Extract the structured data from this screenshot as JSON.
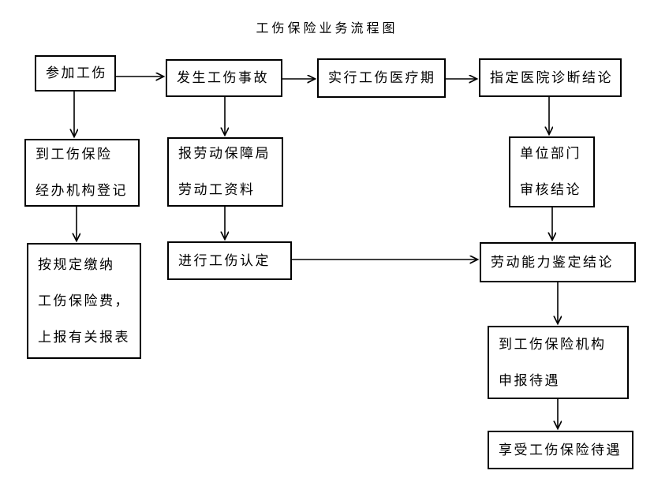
{
  "title": "工伤保险业务流程图",
  "colors": {
    "line": "#000000",
    "text": "#000000",
    "background": "#ffffff"
  },
  "boxes": {
    "join_insurance": {
      "lines": [
        "参加工伤"
      ]
    },
    "accident": {
      "lines": [
        "发生工伤事故"
      ]
    },
    "medical_period": {
      "lines": [
        "实行工伤医疗期"
      ]
    },
    "hospital_diagnosis": {
      "lines": [
        "指定医院诊断结论"
      ]
    },
    "register": {
      "lines": [
        "到工伤保险",
        "经办机构登记"
      ]
    },
    "report_bureau": {
      "lines": [
        "报劳动保障局",
        "劳动工资料"
      ]
    },
    "unit_review": {
      "lines": [
        "单位部门",
        "审核结论"
      ]
    },
    "pay_premium": {
      "lines": [
        "按规定缴纳",
        "工伤保险费，",
        "上报有关报表"
      ]
    },
    "injury_identification": {
      "lines": [
        "进行工伤认定"
      ]
    },
    "ability_appraisal": {
      "lines": [
        "劳动能力鉴定结论"
      ]
    },
    "apply_benefits": {
      "lines": [
        "到工伤保险机构",
        "申报待遇"
      ]
    },
    "enjoy_benefits": {
      "lines": [
        "享受工伤保险待遇"
      ]
    }
  },
  "edges": [
    "参加工伤 → 发生工伤事故",
    "发生工伤事故 → 实行工伤医疗期",
    "实行工伤医疗期 → 指定医院诊断结论",
    "参加工伤 → 到工伤保险经办机构登记",
    "发生工伤事故 → 报劳动保障局劳动工资料",
    "指定医院诊断结论 → 单位部门审核结论",
    "到工伤保险经办机构登记 → 按规定缴纳工伤保险费，上报有关报表",
    "报劳动保障局劳动工资料 → 进行工伤认定",
    "单位部门审核结论 → 劳动能力鉴定结论",
    "进行工伤认定 → 劳动能力鉴定结论",
    "劳动能力鉴定结论 → 到工伤保险机构申报待遇",
    "到工伤保险机构申报待遇 → 享受工伤保险待遇"
  ]
}
